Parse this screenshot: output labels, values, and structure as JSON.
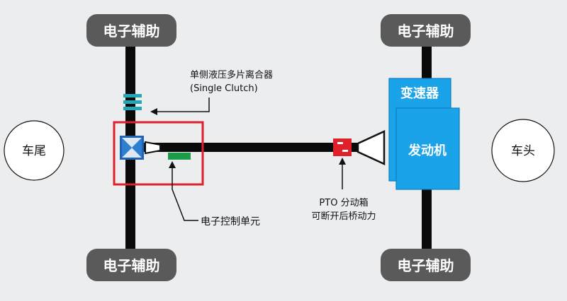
{
  "labels": {
    "wheel": "电子辅助",
    "rear": "车尾",
    "front": "车头",
    "gearbox": "变速器",
    "engine": "发动机",
    "clutch_line1": "单侧液压多片离合器",
    "clutch_line2": "(Single Clutch)",
    "ecu": "电子控制单元",
    "pto_line1": "PTO 分动箱",
    "pto_line2": "可断开后桥动力"
  },
  "colors": {
    "background": "#ecedef",
    "shaft": "#0a0a0a",
    "wheel": "#5a5a5a",
    "wheel_text": "#ffffff",
    "engine": "#1aa3e8",
    "engine_text": "#ffffff",
    "highlight": "#e0202a",
    "pto": "#e0202a",
    "ecu": "#1c9b4b",
    "clutch": "#23a6b5",
    "diff": "#1f64b4",
    "circle": "#ffffff",
    "text": "#111111"
  }
}
